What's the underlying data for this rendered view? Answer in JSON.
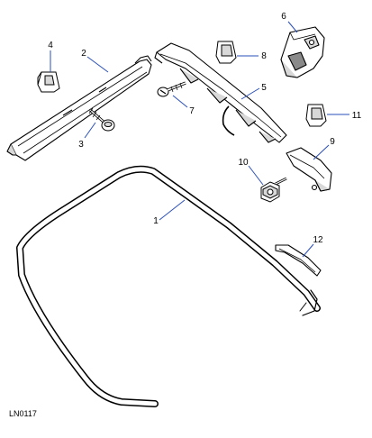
{
  "diagram": {
    "code": "LN0117",
    "leader_color": "#2a4fb8",
    "part_fill": "#ffffff",
    "shade_fill": "#d8d8d8",
    "dark_fill": "#8a8a8a",
    "outline": "#000000",
    "callouts": [
      {
        "label": "1"
      },
      {
        "label": "2"
      },
      {
        "label": "3"
      },
      {
        "label": "4"
      },
      {
        "label": "5"
      },
      {
        "label": "6"
      },
      {
        "label": "7"
      },
      {
        "label": "8"
      },
      {
        "label": "9"
      },
      {
        "label": "10"
      },
      {
        "label": "11"
      },
      {
        "label": "12"
      }
    ]
  }
}
